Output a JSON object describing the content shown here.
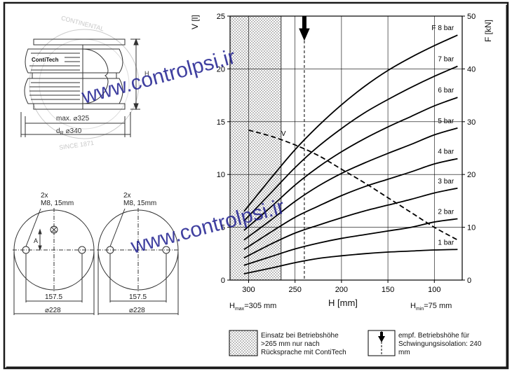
{
  "colors": {
    "frame": "#1a1a1a",
    "curve": "#000000",
    "watermark": "#1f1f8f",
    "hatch": "#bdbdbd",
    "drawing_line": "#333333"
  },
  "watermark": {
    "text1": "www.controlpsi.ir",
    "text2": "www.controlpsi.ir"
  },
  "drawing_top": {
    "brand_label": "ContiTech",
    "height_label": "H",
    "max_diameter_label": "max. ⌀325",
    "dr_label": "d",
    "dr_sub": "R",
    "dr_value": "⌀340",
    "ring_text_top": "CONTINENTAL",
    "ring_text_bottom": "SINCE 1871"
  },
  "plate_left": {
    "bolt_count": "2x",
    "bolt_spec": "M8, 15mm",
    "a_label": "A",
    "pitch": "157.5",
    "diameter": "⌀228"
  },
  "plate_right": {
    "bolt_count": "2x",
    "bolt_spec": "M8, 15mm",
    "pitch": "157.5",
    "diameter": "⌀228"
  },
  "chart_data": {
    "type": "line",
    "x_axis": {
      "label": "H [mm]",
      "range": [
        320,
        70
      ],
      "ticks": [
        300,
        250,
        200,
        150,
        100
      ],
      "reversed": true
    },
    "y_left": {
      "label": "V [l]",
      "range": [
        0,
        25
      ],
      "ticks": [
        0,
        5,
        10,
        15,
        20,
        25
      ]
    },
    "y_right": {
      "label": "F [kN]",
      "range": [
        0,
        50
      ],
      "ticks": [
        0,
        10,
        20,
        30,
        40,
        50
      ]
    },
    "hmax_label": "H",
    "hmax_sub": "max",
    "hmax_value": "=305 mm",
    "hmin_label": "H",
    "hmin_sub": "min",
    "hmin_value": "=75 mm",
    "restricted_zone": {
      "from": 320,
      "to": 265
    },
    "recommended_height": 240,
    "volume_curve": {
      "name": "V",
      "points": [
        [
          300,
          14.2
        ],
        [
          275,
          13.6
        ],
        [
          250,
          12.8
        ],
        [
          225,
          11.8
        ],
        [
          200,
          10.5
        ],
        [
          175,
          9.2
        ],
        [
          150,
          7.8
        ],
        [
          125,
          6.4
        ],
        [
          100,
          5.0
        ],
        [
          75,
          3.8
        ]
      ]
    },
    "series": [
      {
        "name": "1 bar",
        "points": [
          [
            305,
            1.2
          ],
          [
            275,
            2.3
          ],
          [
            250,
            3.3
          ],
          [
            225,
            4.1
          ],
          [
            200,
            4.6
          ],
          [
            175,
            5.0
          ],
          [
            150,
            5.3
          ],
          [
            125,
            5.5
          ],
          [
            100,
            5.7
          ],
          [
            75,
            5.8
          ]
        ]
      },
      {
        "name": "2 bar",
        "points": [
          [
            305,
            2.8
          ],
          [
            275,
            4.5
          ],
          [
            250,
            5.9
          ],
          [
            225,
            7.0
          ],
          [
            200,
            7.9
          ],
          [
            175,
            8.6
          ],
          [
            150,
            9.3
          ],
          [
            125,
            10.0
          ],
          [
            100,
            11.0
          ],
          [
            75,
            11.6
          ]
        ]
      },
      {
        "name": "3 bar",
        "points": [
          [
            305,
            4.2
          ],
          [
            275,
            6.9
          ],
          [
            250,
            8.9
          ],
          [
            225,
            10.4
          ],
          [
            200,
            11.8
          ],
          [
            175,
            13.1
          ],
          [
            150,
            14.2
          ],
          [
            125,
            15.3
          ],
          [
            100,
            16.5
          ],
          [
            75,
            17.4
          ]
        ]
      },
      {
        "name": "4 bar",
        "points": [
          [
            305,
            5.8
          ],
          [
            275,
            9.2
          ],
          [
            250,
            11.9
          ],
          [
            225,
            14.0
          ],
          [
            200,
            16.0
          ],
          [
            175,
            17.7
          ],
          [
            150,
            19.1
          ],
          [
            125,
            20.5
          ],
          [
            100,
            22.0
          ],
          [
            75,
            23.0
          ]
        ]
      },
      {
        "name": "5 bar",
        "points": [
          [
            305,
            7.6
          ],
          [
            275,
            11.5
          ],
          [
            250,
            14.9
          ],
          [
            225,
            17.8
          ],
          [
            200,
            20.2
          ],
          [
            175,
            22.2
          ],
          [
            150,
            24.0
          ],
          [
            125,
            25.7
          ],
          [
            100,
            27.5
          ],
          [
            75,
            28.8
          ]
        ]
      },
      {
        "name": "6 bar",
        "points": [
          [
            305,
            9.4
          ],
          [
            275,
            14.0
          ],
          [
            250,
            18.0
          ],
          [
            225,
            21.4
          ],
          [
            200,
            24.3
          ],
          [
            175,
            26.8
          ],
          [
            150,
            29.0
          ],
          [
            125,
            31.0
          ],
          [
            100,
            33.0
          ],
          [
            75,
            34.6
          ]
        ]
      },
      {
        "name": "7 bar",
        "points": [
          [
            305,
            11.2
          ],
          [
            275,
            16.7
          ],
          [
            250,
            21.3
          ],
          [
            225,
            25.3
          ],
          [
            200,
            28.7
          ],
          [
            175,
            31.7
          ],
          [
            150,
            34.2
          ],
          [
            125,
            36.5
          ],
          [
            100,
            38.6
          ],
          [
            75,
            40.5
          ]
        ]
      },
      {
        "name": "8 bar",
        "points": [
          [
            305,
            13.0
          ],
          [
            275,
            19.5
          ],
          [
            250,
            24.7
          ],
          [
            225,
            29.2
          ],
          [
            200,
            33.2
          ],
          [
            175,
            36.7
          ],
          [
            150,
            39.7
          ],
          [
            125,
            42.2
          ],
          [
            100,
            44.4
          ],
          [
            75,
            46.4
          ]
        ]
      }
    ],
    "series_prefix": "F"
  },
  "legend": {
    "hatch_text_1": "Einsatz bei Betriebshöhe",
    "hatch_text_2": ">265 mm nur nach",
    "hatch_text_3": "Rücksprache mit ContiTech",
    "arrow_text_1": "empf. Betriebshöhe für",
    "arrow_text_2": "Schwingungsisolation: 240",
    "arrow_text_3": "mm"
  }
}
